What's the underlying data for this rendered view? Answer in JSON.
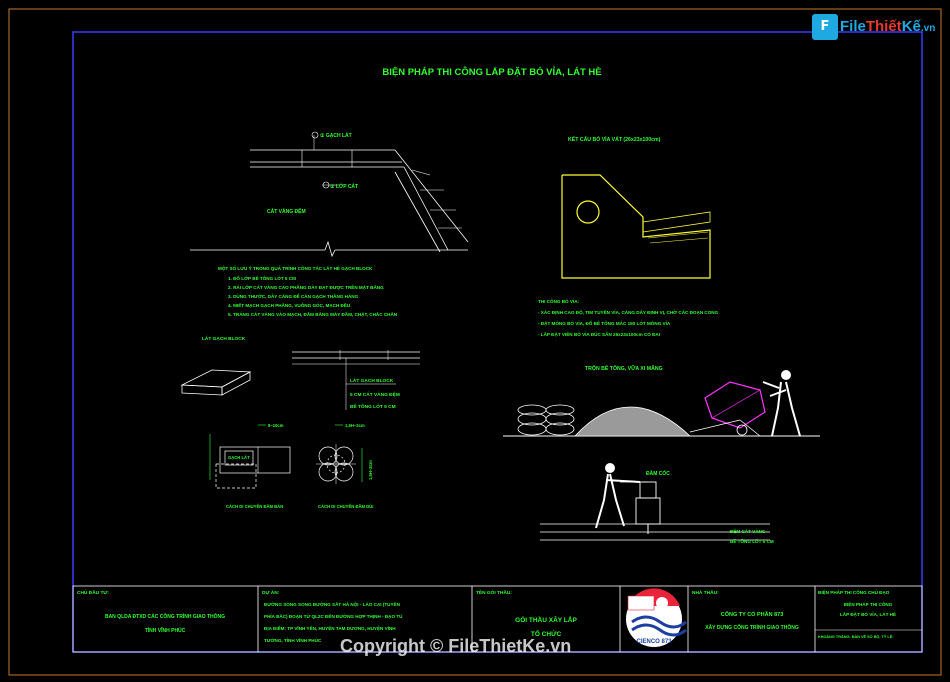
{
  "logo": {
    "file": "File",
    "thiet": "Thiết",
    "ke": "Kế",
    "vn": ".vn"
  },
  "copyright": "Copyright © FileThietKe.vn",
  "drawing": {
    "title": "BIỆN PHÁP THI CÔNG LẮP ĐẶT BÓ VỈA, LÁT HÈ",
    "paving": {
      "label_brick": "① GẠCH LÁT",
      "label_base": "② LỚP CÁT",
      "label_sand": "CÁT VÀNG ĐỆM",
      "notes_title": "MỘT SỐ LƯU Ý TRONG QUÁ TRÌNH CÔNG TÁC LÁT HÈ GẠCH BLOCK",
      "notes": [
        "1. ĐỔ LỚP BÊ TÔNG LÓT 5 CM",
        "2. RẢI LỚP CÁT VÀNG CAO PHẲNG DÀY ĐẠT ĐƯỢC TRÊN MẶT BẰNG",
        "3. DÙNG THƯỚC, DÂY CĂNG ĐỂ CĂN GẠCH THẲNG HÀNG",
        "4. MIẾT MẠCH GẠCH PHẲNG, VUÔNG GÓC, MẠCH ĐỀU",
        "5. TRÁNG CÁT VÀNG VÀO MẠCH, ĐẦM BẰNG MÁY ĐẦM, CHẶT, CHẮC CHẮN"
      ],
      "block_label": "LÁT GẠCH BLOCK",
      "section_labels": [
        "LÁT GẠCH BLOCK",
        "5 CM CÁT VÀNG ĐỆM",
        "BÊ TÔNG LÓT 5 CM"
      ],
      "dim_a": "8~10cm",
      "dim_b": "1,5H~2cm",
      "dim_c": "1,5H~2cm",
      "block_tag": "GẠCH LÁT",
      "caption_1": "CÁCH DI CHUYỂN ĐẦM BÀN",
      "caption_2": "CÁCH DI CHUYỂN ĐẦM DÙI"
    },
    "curb": {
      "title": "KẾT CẤU BÓ VỈA VÁT (26x23x100cm)",
      "notes_title": "THI CÔNG BÓ VỈA:",
      "notes": [
        "- XÁC ĐỊNH CAO ĐỘ, TIM TUYẾN VỈA, CĂNG DÂY ĐỊNH VỊ, CHỜ CÁC ĐOẠN CONG",
        "- ĐẶT MÓNG BÓ VỈA, ĐỔ BÊ TÔNG MÁC 150 LÓT MÓNG VỈA",
        "- LẮP ĐẶT VIÊN BÓ VỈA ĐÚC SẴN 26x23x100cm CÓ ĐAI"
      ],
      "mix_title": "TRỘN BÊ TÔNG, VỮA XI MĂNG",
      "tamper_label": "ĐẦM CÓC",
      "layers": [
        "ĐỆM CÁT VÀNG",
        "BÊ TÔNG LÓT 5 CM"
      ]
    },
    "titleblock": {
      "investor_head": "CHỦ ĐẦU TƯ:",
      "investor": [
        "BAN QLDA ĐTXD CÁC CÔNG TRÌNH GIAO THÔNG",
        "TỈNH VĨNH PHÚC"
      ],
      "project_head": "DỰ ÁN:",
      "project": [
        "ĐƯỜNG SONG SONG ĐƯỜNG SẮT HÀ NỘI - LÀO CAI (TUYẾN",
        "PHÍA BẮC) ĐOẠN TỪ QL2C ĐẾN ĐƯỜNG HỢP THỊNH - ĐẠO TÚ",
        "ĐỊA ĐIỂM: TP VĨNH YÊN, HUYỆN TAM DƯƠNG, HUYỆN VĨNH",
        "TƯỜNG, TỈNH VĨNH PHÚC"
      ],
      "package_head": "TÊN GÓI THẦU:",
      "package": [
        "GÓI THẦU XÂY LẮP",
        "TỔ CHỨC"
      ],
      "contractor_head": "NHÀ THẦU:",
      "contractor": [
        "CÔNG TY CỔ PHẦN 873",
        "XÂY DỰNG CÔNG TRÌNH GIAO THÔNG"
      ],
      "logo_text": "CIENCO 873",
      "sheet_head": "BIỆN PHÁP THI CÔNG CHỦ ĐẠO",
      "sheet": [
        "BIỆN PHÁP THI CÔNG",
        "LẮP ĐẶT BÓ VỈA, LÁT HÈ"
      ],
      "sheet_foot": "KHOẢNG TRẮNG: BẢN VẼ SỐ BỘ, TỶ LỆ:"
    }
  }
}
